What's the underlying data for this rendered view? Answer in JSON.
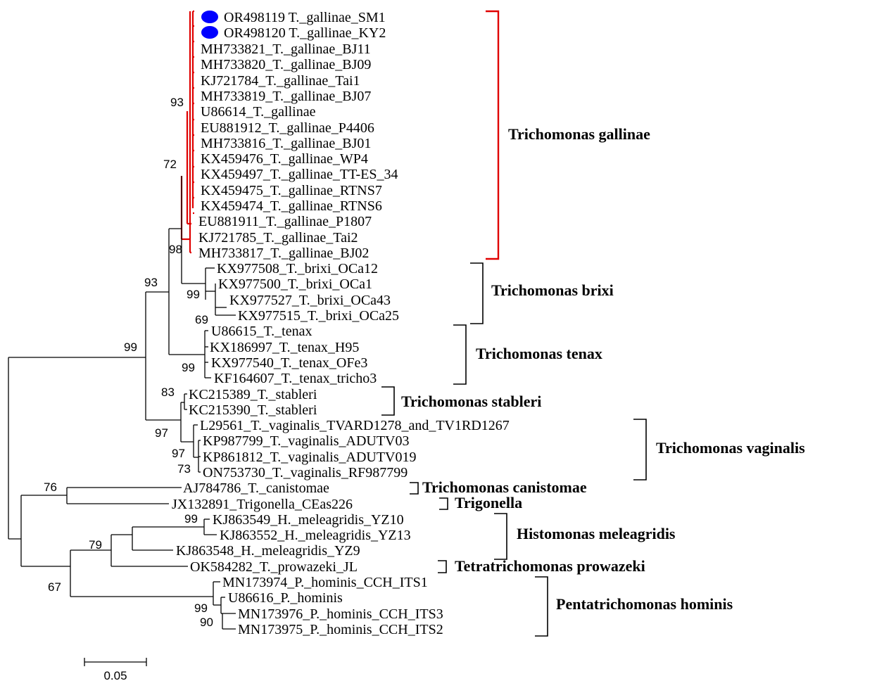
{
  "colors": {
    "highlight_clade": "#e00000",
    "marker": "#0000ff",
    "lines": "#000000"
  },
  "leaves": [
    "OR498119 T._gallinae_SM1",
    "OR498120 T._gallinae_KY2",
    "MH733821_T._gallinae_BJ11",
    "MH733820_T._gallinae_BJ09",
    "KJ721784_T._gallinae_Tai1",
    "MH733819_T._gallinae_BJ07",
    "U86614_T._gallinae",
    "EU881912_T._gallinae_P4406",
    "MH733816_T._gallinae_BJ01",
    "KX459476_T._gallinae_WP4",
    "KX459497_T._gallinae_TT-ES_34",
    "KX459475_T._gallinae_RTNS7",
    "KX459474_T._gallinae_RTNS6",
    "EU881911_T._gallinae_P1807",
    "KJ721785_T._gallinae_Tai2",
    "MH733817_T._gallinae_BJ02",
    "KX977508_T._brixi_OCa12",
    "KX977500_T._brixi_OCa1",
    "KX977527_T._brixi_OCa43",
    "KX977515_T._brixi_OCa25",
    "U86615_T._tenax",
    "KX186997_T._tenax_H95",
    "KX977540_T._tenax_OFe3",
    "KF164607_T._tenax_tricho3",
    "KC215389_T._stableri",
    "KC215390_T._stableri",
    "L29561_T._vaginalis_TVARD1278_and_TV1RD1267",
    "KP987799_T._vaginalis_ADUTV03",
    "KP861812_T._vaginalis_ADUTV019",
    "ON753730_T._vaginalis_RF987799",
    "AJ784786_T._canistomae",
    "JX132891_Trigonella_CEas226",
    "KJ863549_H._meleagridis_YZ10",
    "KJ863552_H._meleagridis_YZ13",
    "KJ863548_H._meleagridis_YZ9",
    "OK584282_T._prowazeki_JL",
    "MN173974_P._hominis_CCH_ITS1",
    "U86616_P._hominis",
    "MN173976_P._hominis_CCH_ITS3",
    "MN173975_P._hominis_CCH_ITS2"
  ],
  "marked_leaves": [
    "OR498119 T._gallinae_SM1",
    "OR498120 T._gallinae_KY2"
  ],
  "clades": [
    "Trichomonas gallinae",
    "Trichomonas brixi",
    "Trichomonas tenax",
    "Trichomonas stableri",
    "Trichomonas vaginalis",
    "Trichomonas canistomae",
    "Trigonella",
    "Histomonas meleagridis",
    "Tetratrichomonas prowazeki",
    "Pentatrichomonas hominis"
  ],
  "support_values": [
    "93",
    "72",
    "98",
    "93",
    "99",
    "69",
    "99",
    "99",
    "83",
    "97",
    "97",
    "73",
    "76",
    "99",
    "79",
    "67",
    "99",
    "90"
  ],
  "scale_bar": {
    "label": "0.05"
  }
}
